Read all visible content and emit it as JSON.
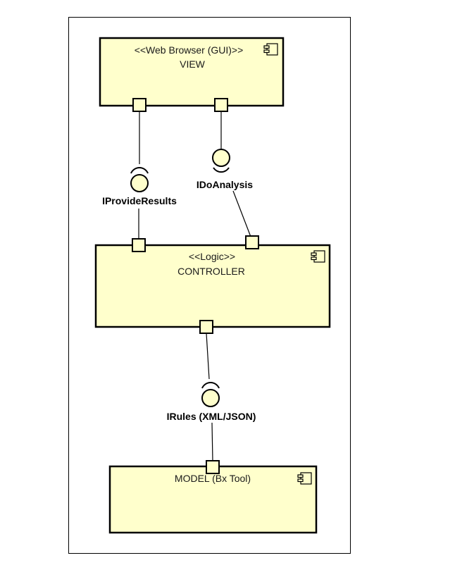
{
  "diagram": {
    "components": {
      "view": {
        "stereotype": "<<Web Browser (GUI)>>",
        "name": "VIEW",
        "icon": "uml-component-icon"
      },
      "controller": {
        "stereotype": "<<Logic>>",
        "name": "CONTROLLER",
        "icon": "uml-component-icon"
      },
      "model": {
        "name": "MODEL (Bx Tool)",
        "icon": "uml-component-icon"
      }
    },
    "interfaces": {
      "provide_results": "IProvideResults",
      "do_analysis": "IDoAnalysis",
      "rules": "IRules (XML/JSON)"
    },
    "colors": {
      "component_fill": "#ffffcc",
      "stroke": "#000000"
    }
  }
}
